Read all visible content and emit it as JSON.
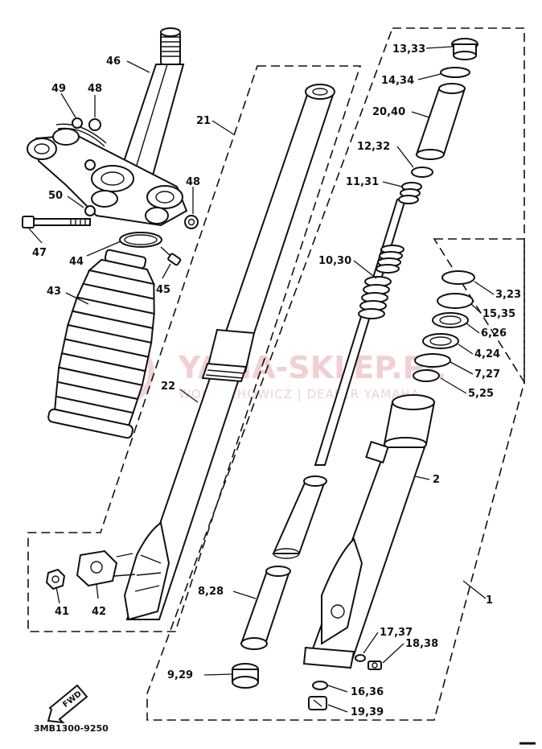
{
  "watermark": {
    "brand": "YAMA-SKLEP.PL",
    "subline": "WOJCIECHOWICZ | DEALER YAMAHA"
  },
  "diagram_code": "3MB1300-9250",
  "fwd_label": "FWD",
  "parts": {
    "p46": "46",
    "p49": "49",
    "p48a": "48",
    "p48b": "48",
    "p50": "50",
    "p47": "47",
    "p44": "44",
    "p45": "45",
    "p43": "43",
    "p21": "21",
    "p22": "22",
    "p41": "41",
    "p42": "42",
    "p13_33": "13,33",
    "p14_34": "14,34",
    "p20_40": "20,40",
    "p12_32": "12,32",
    "p11_31": "11,31",
    "p10_30": "10,30",
    "p3_23": "3,23",
    "p15_35": "15,35",
    "p6_26": "6,26",
    "p4_24": "4,24",
    "p7_27": "7,27",
    "p5_25": "5,25",
    "p2": "2",
    "p1": "1",
    "p8_28": "8,28",
    "p17_37": "17,37",
    "p18_38": "18,38",
    "p9_29": "9,29",
    "p16_36": "16,36",
    "p19_39": "19,39"
  }
}
